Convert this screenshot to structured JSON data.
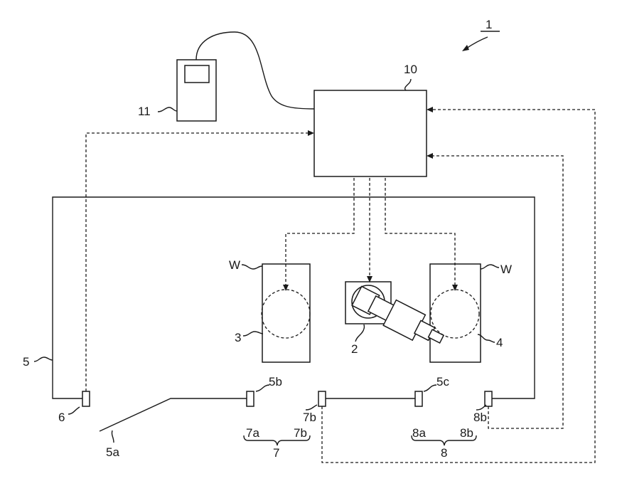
{
  "labels": {
    "system": "1",
    "controller": "10",
    "teach_pendant": "11",
    "workpiece_left": "W",
    "workpiece_right": "W",
    "robot": "2",
    "work_area_left": "3",
    "work_area_right": "4",
    "conveyor": "5",
    "conveyor_section_a": "5a",
    "conveyor_section_b": "5b",
    "conveyor_section_c": "5c",
    "sensor_6": "6",
    "sensor_7a": "7a",
    "sensor_7b": "7b",
    "sensor_group_7": "7",
    "sensor_8a": "8a",
    "sensor_8b": "8b",
    "sensor_group_8": "8"
  },
  "colors": {
    "ink": "#1a1a1a",
    "background": "#ffffff"
  }
}
